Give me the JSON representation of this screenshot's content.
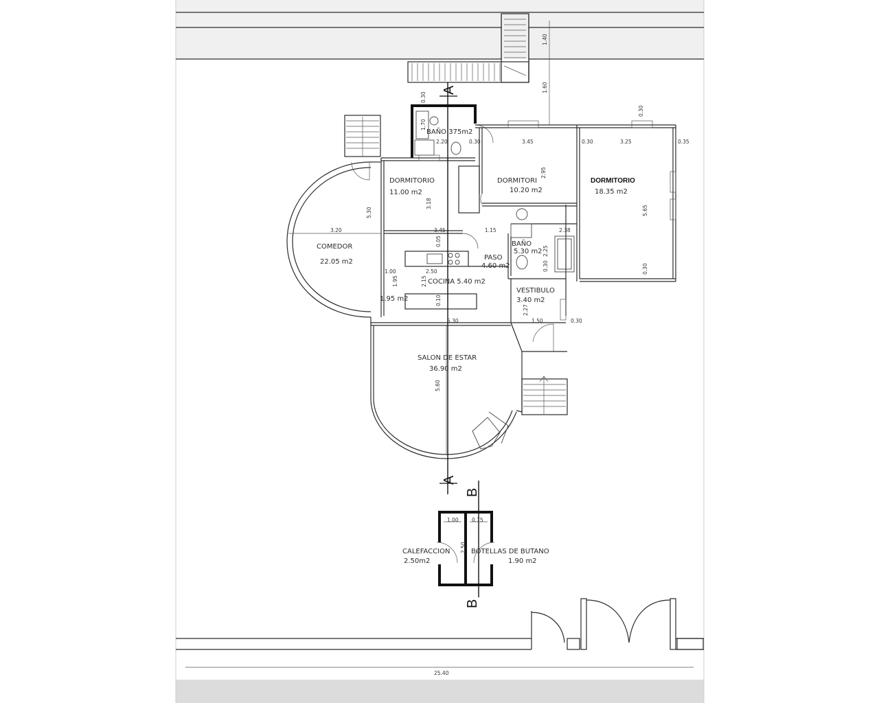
{
  "rooms": {
    "bano1": "BAÑO 375m2",
    "dorm1_name": "DORMITORIO",
    "dorm1_area": "11.00 m2",
    "dorm2_name": "DORMITORI",
    "dorm2_area": "10.20 m2",
    "dorm3_name": "DORMITORIO",
    "dorm3_area": "18.35 m2",
    "comedor_name": "COMEDOR",
    "comedor_area": "22.05 m2",
    "paso_name": "PASO",
    "paso_area": "4.60 m2",
    "bano2_name": "BAÑO",
    "bano2_area": "5.30 m2",
    "cocina": "COCINA 5.40 m2",
    "area_195": "1.95 m2",
    "vestibulo_name": "VESTIBULO",
    "vestibulo_area": "3.40 m2",
    "salon_name": "SALON DE ESTAR",
    "salon_area": "36.90 m2",
    "calef_name": "CALEFACCION",
    "calef_area": "2.50m2",
    "butano_name": "BOTELLAS DE BUTANO",
    "butano_area": "1.90 m2"
  },
  "dims": {
    "d140": "1.40",
    "d160": "1.60",
    "d030a": "0.30",
    "d170": "1.70",
    "d220": "2.20",
    "d030b": "0.30",
    "d345a": "3.45",
    "d030c": "0.30",
    "d325": "3.25",
    "d035": "0.35",
    "d030d": "0.30",
    "d530": "5.30",
    "d318": "3.18",
    "d295": "2.95",
    "d565": "5.65",
    "d320": "3.20",
    "d345b": "3.45",
    "d115": "1.15",
    "d238": "2.38",
    "d005": "0.05",
    "d225": "2.25",
    "d030e": "0.30",
    "d030f": "0.30",
    "d100a": "1.00",
    "d250a": "2.50",
    "d195": "1.95",
    "d215": "2.15",
    "d010": "0.10",
    "d227": "2.27",
    "d530b": "5.30",
    "d150": "1.50",
    "d030g": "0.30",
    "d560": "5.60",
    "d100b": "1.00",
    "d075": "0.75",
    "d250b": "2.50",
    "d2540": "25.40"
  },
  "sections": {
    "a_top": "A",
    "a_bottom": "A",
    "b_top": "B",
    "b_bottom": "B"
  }
}
